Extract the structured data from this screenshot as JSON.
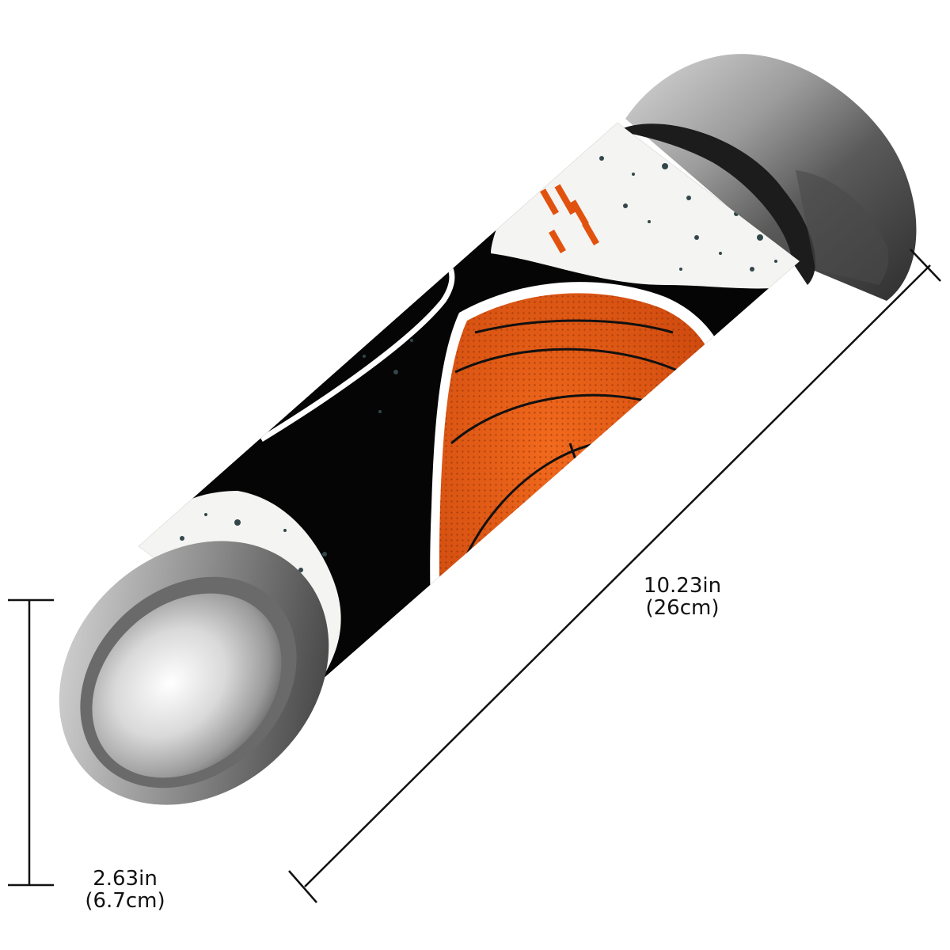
{
  "dimensions": {
    "length": {
      "imperial": "10.23in",
      "metric": "(26cm)"
    },
    "diameter": {
      "imperial": "2.63in",
      "metric": "(6.7cm)"
    }
  },
  "colors": {
    "background": "#ffffff",
    "sleeve_black": "#050505",
    "sleeve_white": "#f4f4f2",
    "basketball_orange": "#e2520f",
    "speckle": "#33474a",
    "steel_light": "#dcdcdc",
    "steel_dark": "#3a3a3a",
    "dimension_line": "#111111"
  }
}
